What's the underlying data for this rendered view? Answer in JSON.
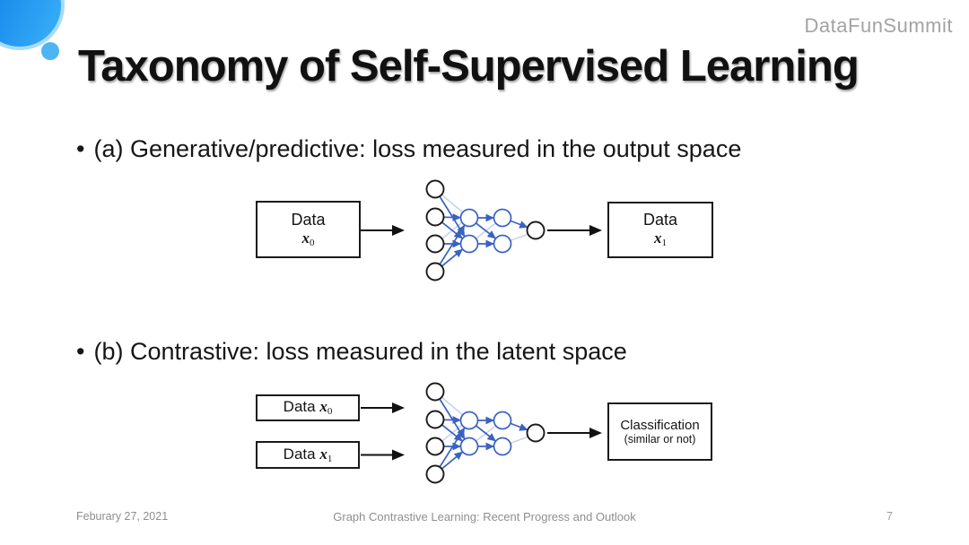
{
  "slide": {
    "logo": "DataFunSummit",
    "title": "Taxonomy of Self-Supervised Learning",
    "bullet_char": "•",
    "bullets": [
      {
        "label": "(a) Generative/predictive: loss measured in the output space"
      },
      {
        "label": "(b) Contrastive: loss measured in the latent space"
      }
    ],
    "diagram_a": {
      "input_box": {
        "line1": "Data",
        "var": "x",
        "sub": "0"
      },
      "output_box": {
        "line1": "Data",
        "var": "x",
        "sub": "1"
      }
    },
    "diagram_b": {
      "input_box_1": {
        "prefix": "Data ",
        "var": "x",
        "sub": "0"
      },
      "input_box_2": {
        "prefix": "Data ",
        "var": "x",
        "sub": "1"
      },
      "output_box": {
        "line1": "Classification",
        "line2": "(similar or not)"
      }
    },
    "footer": {
      "date": "Feburary 27, 2021",
      "title": "Graph Contrastive Learning: Recent Progress and Outlook",
      "page": "7"
    },
    "colors": {
      "accent_blue": "#2196f3",
      "accent_blue_light": "#a7dbf8",
      "network_blue": "#3a62c0",
      "network_blue_light": "#c1d1ef",
      "gray_text": "#8e8e8e"
    }
  }
}
